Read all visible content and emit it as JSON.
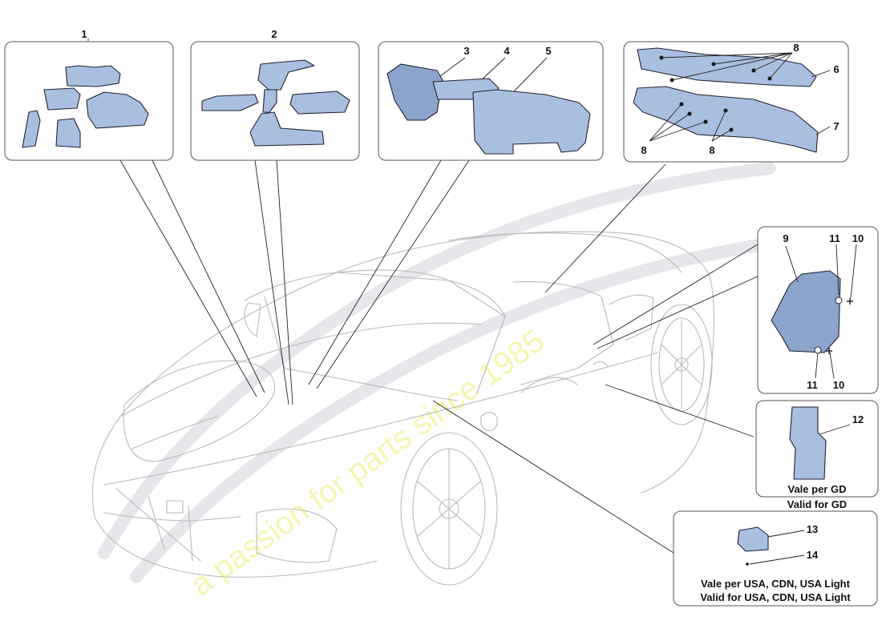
{
  "watermark": {
    "tagline": "a passion for parts since 1985"
  },
  "callouts": {
    "c1": "1",
    "c2": "2",
    "c3": "3",
    "c4": "4",
    "c5": "5",
    "c6": "6",
    "c7": "7",
    "c8a": "8",
    "c8b": "8",
    "c8c": "8",
    "c9": "9",
    "c10a": "10",
    "c10b": "10",
    "c11a": "11",
    "c11b": "11",
    "c12": "12",
    "c13": "13",
    "c14": "14"
  },
  "notes": {
    "gd_it": "Vale per GD",
    "gd_en": "Valid for GD",
    "usa_it": "Vale per USA, CDN, USA Light",
    "usa_en": "Valid for USA, CDN, USA Light"
  },
  "colors": {
    "part_fill": "#a9bfdf",
    "outline": "#223344",
    "car_line": "#b9b9b9"
  }
}
